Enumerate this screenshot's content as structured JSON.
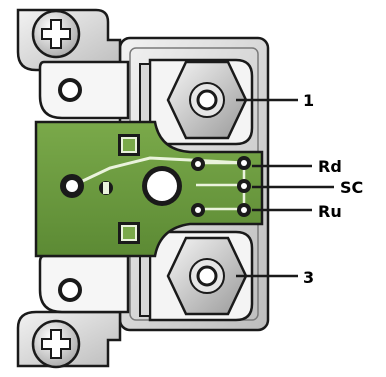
{
  "labels": {
    "top_terminal": "1",
    "rd": "Rd",
    "sc": "SC",
    "ru": "Ru",
    "bottom_terminal": "3"
  },
  "colors": {
    "metal_light": "#e8e8e8",
    "metal_mid": "#c9c9c9",
    "metal_dark": "#8f8f8f",
    "outline": "#1a1a1a",
    "pcb_green": "#6a9a3f",
    "pcb_trace": "#eaf3dc",
    "bracket_white": "#f4f4f4"
  }
}
